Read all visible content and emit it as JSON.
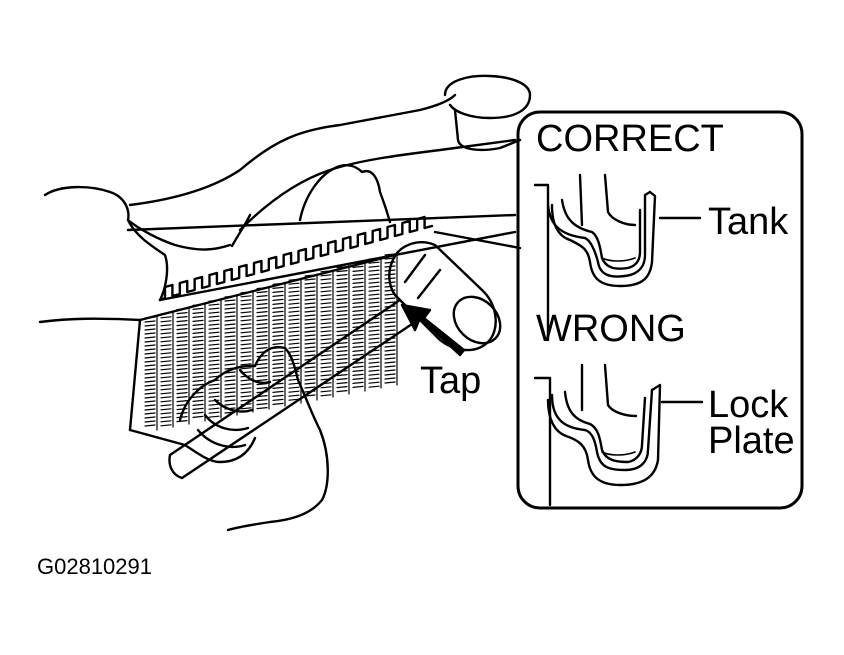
{
  "labels": {
    "correct": "CORRECT",
    "wrong": "WRONG",
    "tank": "Tank",
    "lock_line1": "Lock",
    "lock_line2": "Plate",
    "tap": "Tap",
    "figure_code": "G02810291"
  },
  "colors": {
    "ink": "#000000",
    "paper": "#ffffff"
  },
  "icons": {
    "arrow": "tap-arrow-icon",
    "mallet": "mallet-icon"
  }
}
